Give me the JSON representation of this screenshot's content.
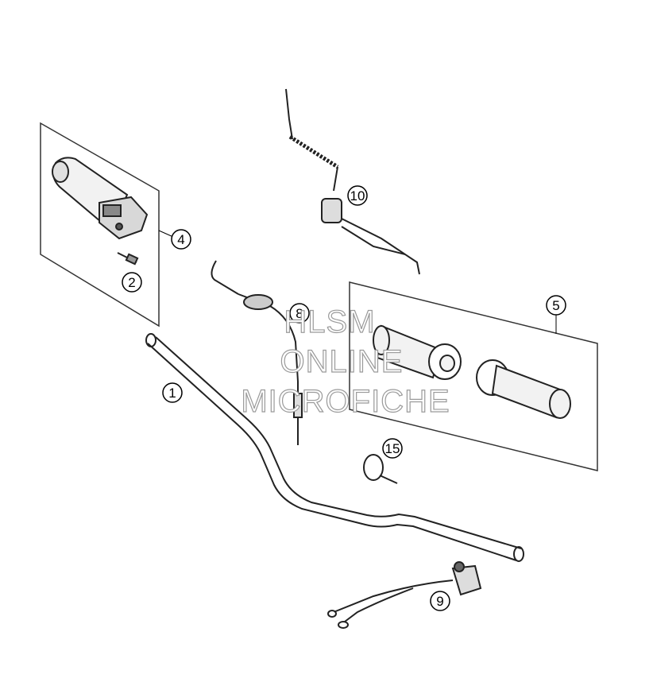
{
  "callouts": [
    {
      "id": "1",
      "label": "①"
    },
    {
      "id": "2",
      "label": "②"
    },
    {
      "id": "4",
      "label": "④"
    },
    {
      "id": "5",
      "label": "⑤"
    },
    {
      "id": "8",
      "label": "⑧"
    },
    {
      "id": "9",
      "label": "⑨"
    },
    {
      "id": "10",
      "label": "⑩"
    },
    {
      "id": "15",
      "label": "⑮"
    }
  ],
  "watermark": {
    "line1": "HLSM",
    "line2": "ONLINE",
    "line3": "MICROFICHE"
  }
}
